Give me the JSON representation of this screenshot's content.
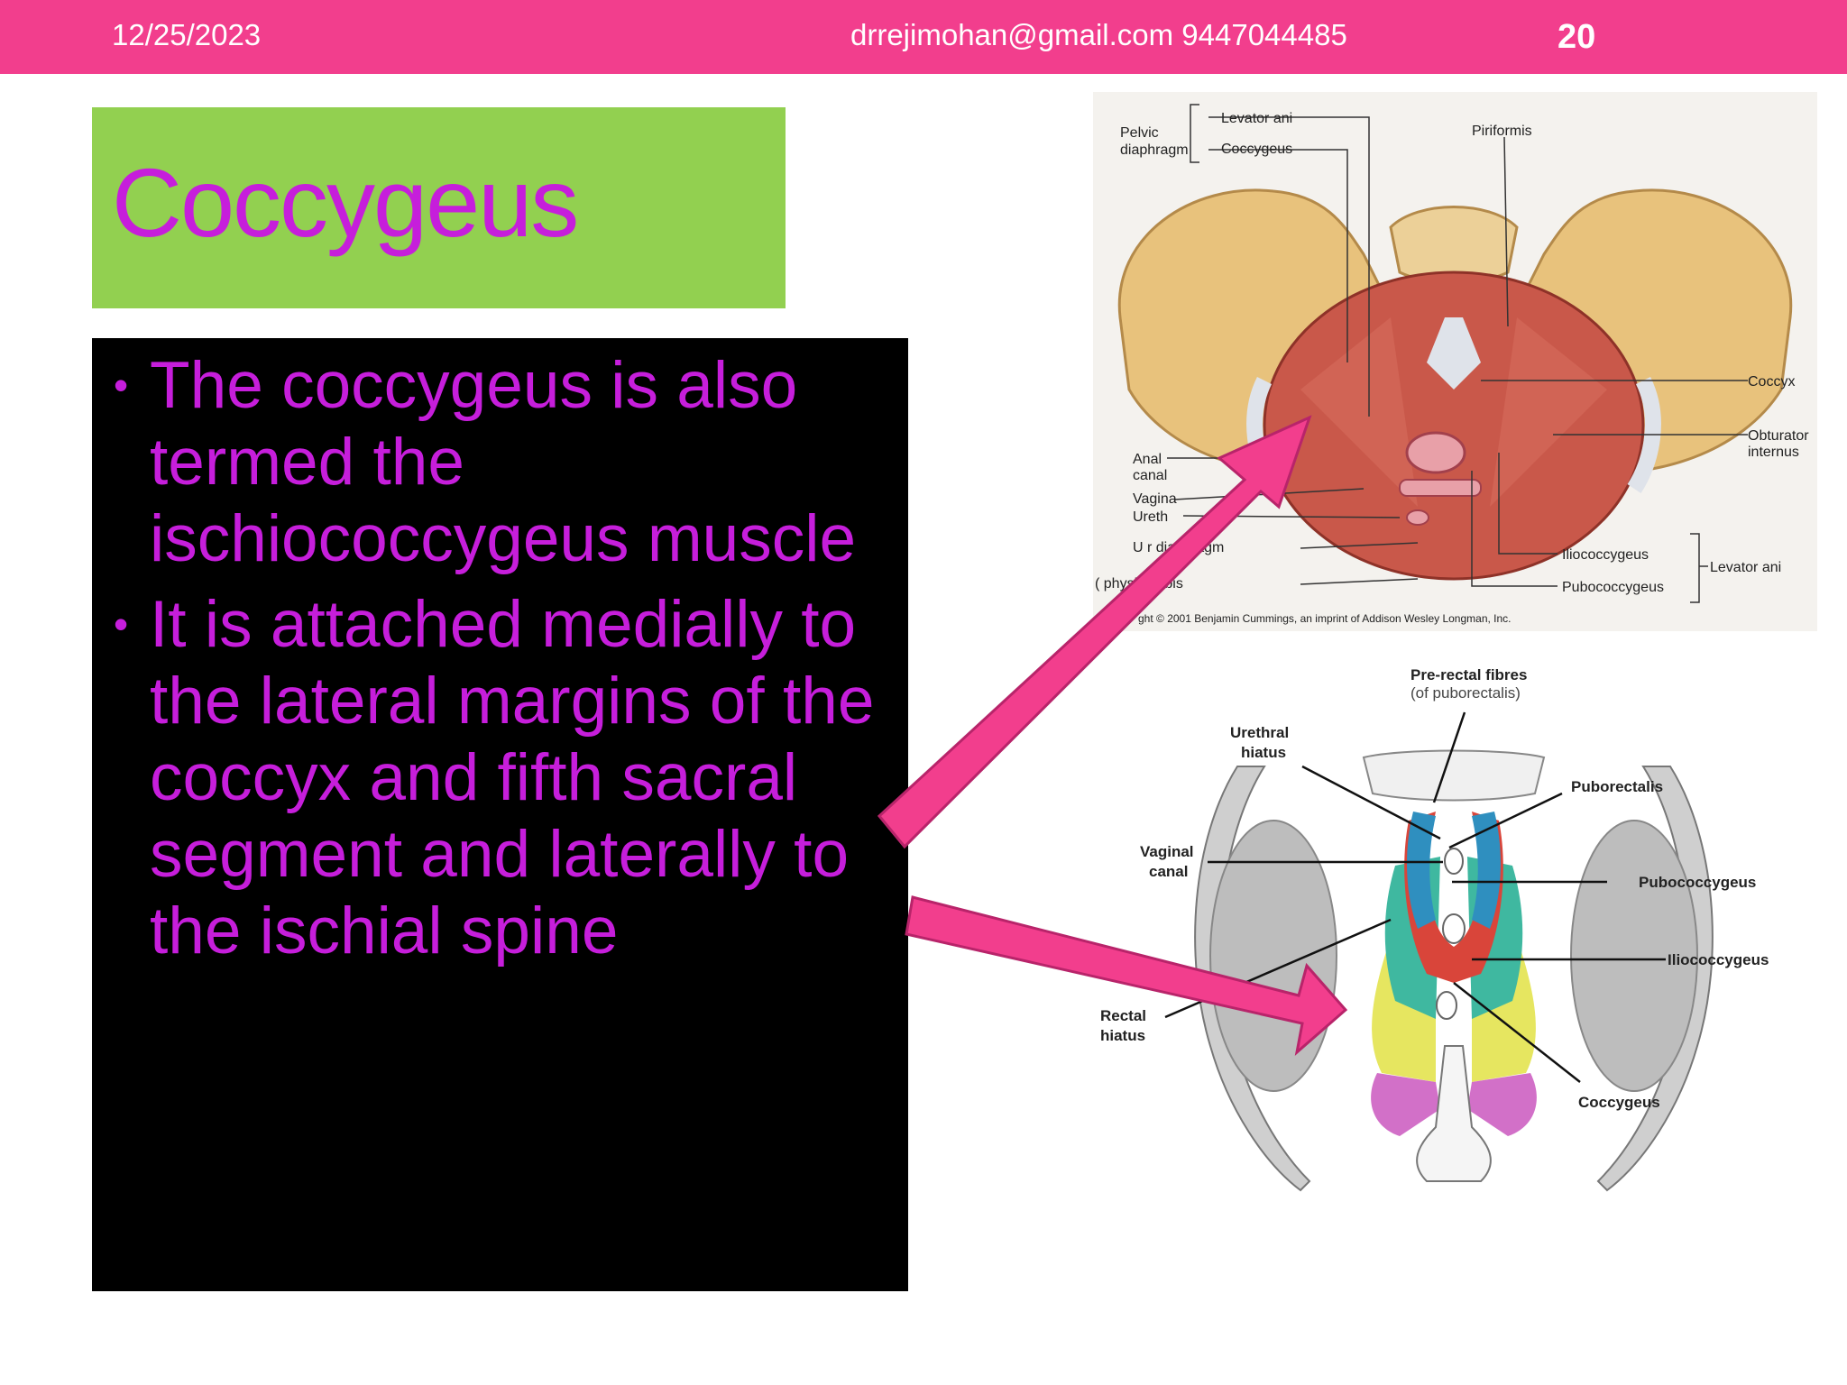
{
  "header": {
    "date": "12/25/2023",
    "footer": "drrejimohan@gmail.com 9447044485",
    "slide_number": "20"
  },
  "title": "Coccygeus",
  "bullets": [
    "The coccygeus is also termed the ischiococcygeus muscle",
    "It is attached medially to the lateral margins of the coccyx and fifth sacral segment and laterally to the ischial spine"
  ],
  "figure_top": {
    "labels": {
      "pelvic_diaphragm": [
        "Pelvic",
        "diaphragm"
      ],
      "levator_ani": "Levator ani",
      "coccygeus": "Coccygeus",
      "piriformis": "Piriformis",
      "coccyx": "Coccyx",
      "obturator_internus": [
        "Obturator",
        "internus"
      ],
      "anal_canal": [
        "Anal",
        "canal"
      ],
      "vagina": "Vagina",
      "urethra": "Ureth",
      "urogenital_diaphragm": "U          r diaphragm",
      "symphysis_pubis": "(            physis pubis",
      "iliococcygeus": "Iliococcygeus",
      "pubococcygeus": "Pubococcygeus",
      "levator_ani_right": "Levator ani",
      "copyright": "ght © 2001 Benjamin Cummings, an imprint of Addison Wesley Longman, Inc."
    }
  },
  "figure_bottom": {
    "labels": {
      "prerectal": [
        "Pre-rectal fibres",
        "(of puborectalis)"
      ],
      "urethral_hiatus": [
        "Urethral",
        "hiatus"
      ],
      "puborectalis": "Puborectalis",
      "vaginal_canal": [
        "Vaginal",
        "canal"
      ],
      "pubococcygeus": "Pubococcygeus",
      "iliococcygeus": "Iliococcygeus",
      "rectal_hiatus": [
        "Rectal",
        "hiatus"
      ],
      "coccygeus": "Coccygeus"
    }
  },
  "colors": {
    "header_bar": "#f23e8d",
    "title_box": "#92d050",
    "accent_text": "#c61edb",
    "arrow": "#f23e8d"
  }
}
